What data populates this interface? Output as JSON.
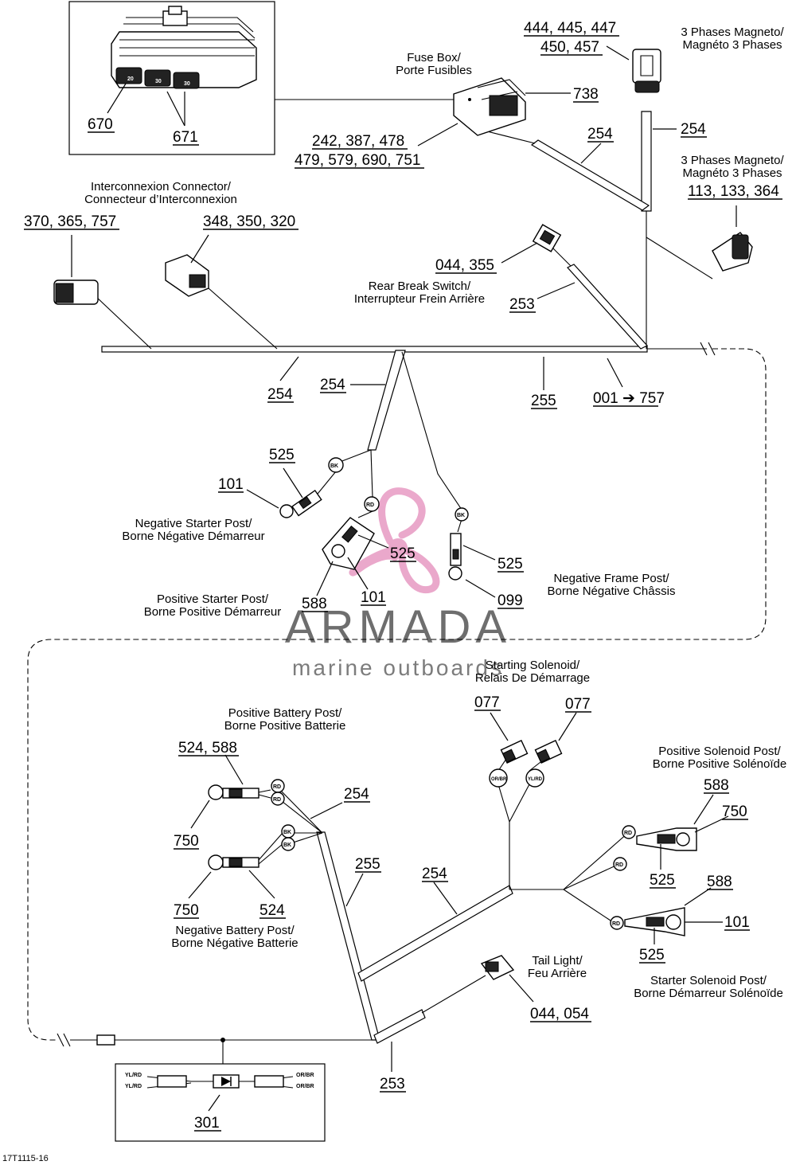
{
  "figure_code": "17T1115-16",
  "watermark": {
    "brand": "ARMADA",
    "tagline": "marine outboards",
    "brand_color": "#555555",
    "logo_color": "#e79ac3"
  },
  "inset_top": {
    "cavity_labels": [
      "20",
      "30",
      "30"
    ],
    "part_a": "670",
    "part_b": "671"
  },
  "inset_bottom": {
    "left_wires": [
      "YL/RD",
      "YL/RD"
    ],
    "right_wires": [
      "OR/BR",
      "OR/BR"
    ],
    "part": "301"
  },
  "labels": {
    "fuse_box": [
      "Fuse Box/",
      "Porte Fusibles"
    ],
    "magneto_a": [
      "3 Phases Magneto/",
      "Magnéto 3 Phases"
    ],
    "magneto_b": [
      "3 Phases Magneto/",
      "Magnéto 3 Phases"
    ],
    "interconnexion": [
      "Interconnexion Connector/",
      "Connecteur d’Interconnexion"
    ],
    "rear_brake": [
      "Rear Break Switch/",
      "Interrupteur Frein Arrière"
    ],
    "neg_starter": [
      "Negative Starter Post/",
      "Borne Négative Démarreur"
    ],
    "pos_starter": [
      "Positive Starter Post/",
      "Borne Positive Démarreur"
    ],
    "neg_frame": [
      "Negative Frame Post/",
      "Borne Négative Châssis"
    ],
    "starting_solenoid": [
      "Starting Solenoid/",
      "Relais De Démarrage"
    ],
    "pos_battery": [
      "Positive Battery Post/",
      "Borne Positive Batterie"
    ],
    "neg_battery": [
      "Negative Battery Post/",
      "Borne Négative Batterie"
    ],
    "pos_solenoid": [
      "Positive Solenoid Post/",
      "Borne Positive Solénoïde"
    ],
    "starter_solenoid": [
      "Starter Solenoid Post/",
      "Borne Démarreur Solénoïde"
    ],
    "tail_light": [
      "Tail Light/",
      "Feu Arrière"
    ]
  },
  "parts": {
    "magneto_a_1": "444, 445, 447",
    "magneto_a_2": "450, 457",
    "fuse_conn": "738",
    "fuse_1": "242, 387, 478",
    "fuse_2": "479, 579, 690, 751",
    "harness_254_a": "254",
    "harness_254_b": "254",
    "magneto_b": "113, 133, 364",
    "interconn_a": "370, 365, 757",
    "interconn_b": "348, 350, 320",
    "rear_brake": "044, 355",
    "harness_253_a": "253",
    "harness_254_c": "254",
    "harness_254_d": "254",
    "harness_255_a": "255",
    "harness_main": "001",
    "harness_main_to": "757",
    "terminal_525_a": "525",
    "ring_101_a": "101",
    "terminal_525_b": "525",
    "ring_101_b": "101",
    "boot_588_a": "588",
    "terminal_525_c": "525",
    "ring_099": "099",
    "relay_077_a": "077",
    "relay_077_b": "077",
    "battery_pos": "524, 588",
    "harness_254_e": "254",
    "nut_750_a": "750",
    "harness_255_b": "255",
    "nut_750_b": "750",
    "terminal_524": "524",
    "harness_254_f": "254",
    "boot_588_b": "588",
    "nut_750_c": "750",
    "terminal_525_d": "525",
    "boot_588_c": "588",
    "ring_101_c": "101",
    "terminal_525_e": "525",
    "tail_light": "044, 054",
    "harness_253_b": "253"
  },
  "wire_colors": {
    "bk_a": "BK",
    "rd_a": "RD",
    "bk_b": "BK",
    "rd_batt_a": "RD",
    "rd_batt_b": "RD",
    "bk_batt_a": "BK",
    "bk_batt_b": "BK",
    "relay_a": "OR/BR",
    "relay_b": "YL/RD",
    "rd_sol_a": "RD",
    "rd_sol_b": "RD",
    "rd_sol_c": "RD"
  }
}
